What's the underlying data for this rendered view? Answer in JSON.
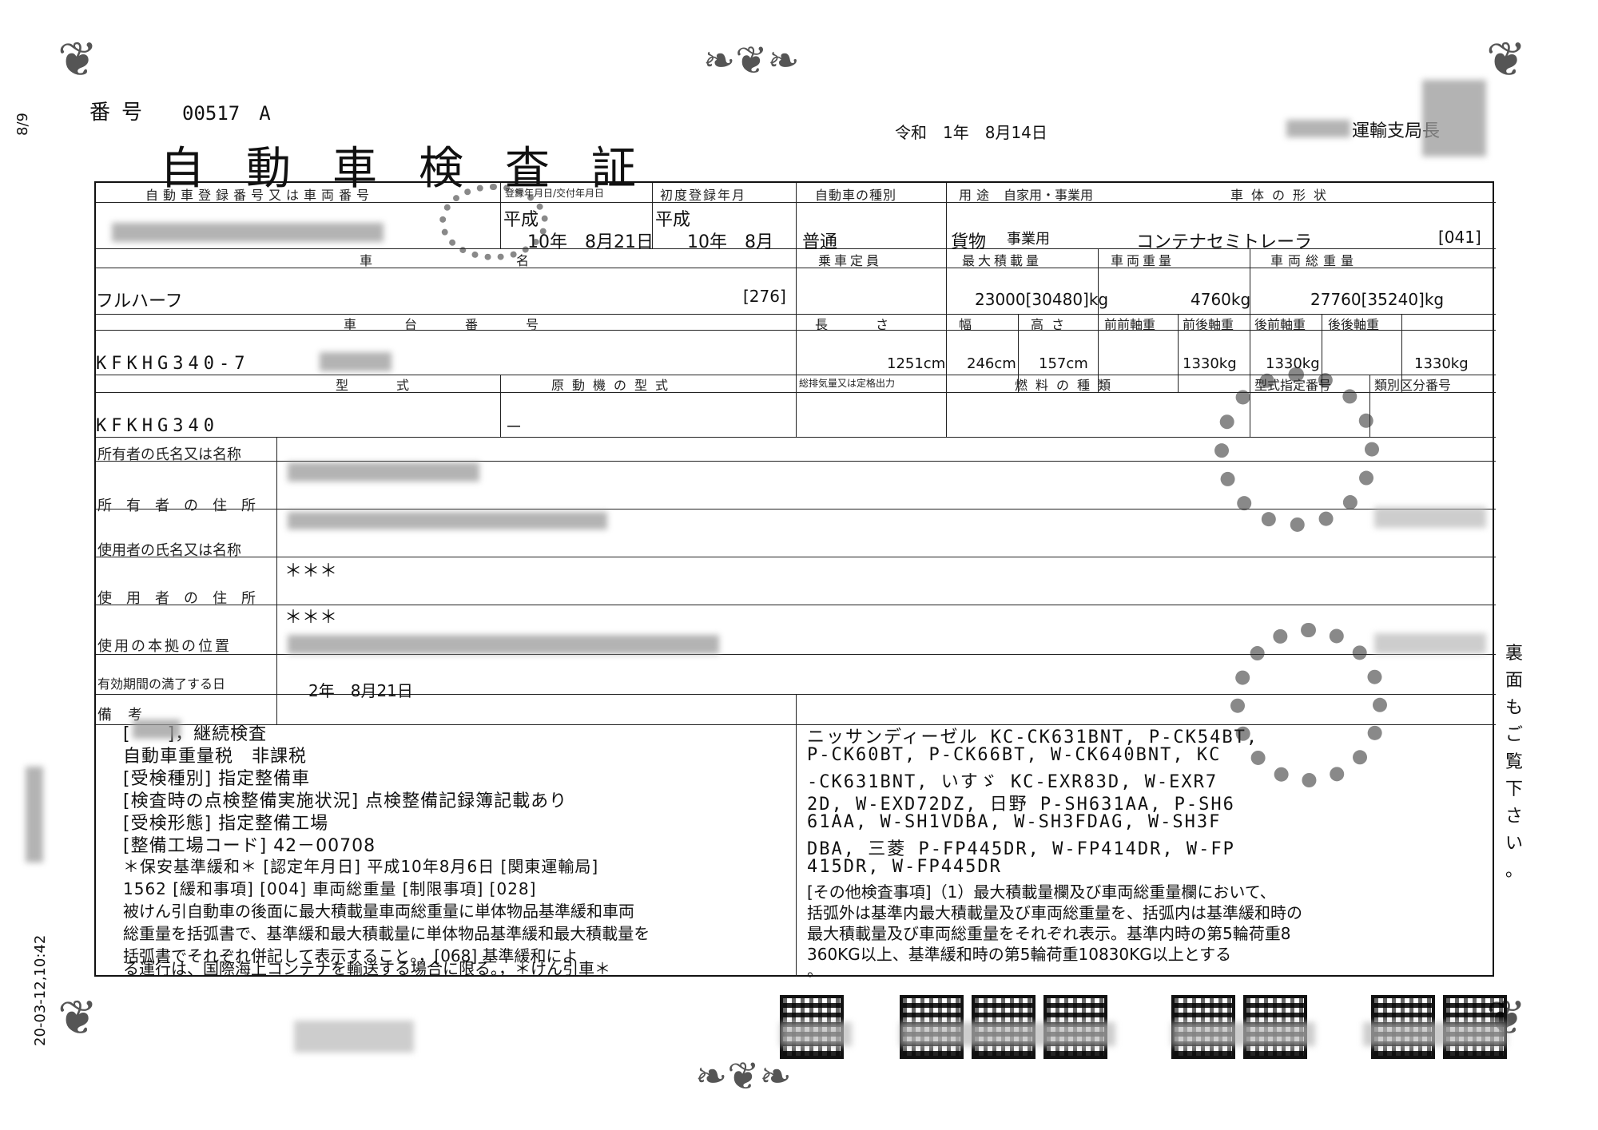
{
  "side_stamp": {
    "top": "8/9",
    "bottom": "20-03-12,10:42"
  },
  "header": {
    "number_label": "番号",
    "number_value": "00517　A",
    "title": "自動車検査証",
    "issue_date": "令和　1年　8月14日",
    "authority": "運輸支局長"
  },
  "labels": {
    "reg_number": "自動車登録番号又は車両番号",
    "reg_date": "登録年月日/交付年月日",
    "first_reg": "初度登録年月",
    "vehicle_kind": "自動車の種別",
    "use": "用途",
    "private_business": "自家用・事業用",
    "body_shape": "車体の形状",
    "name": "車名",
    "capacity": "乗車定員",
    "max_load": "最大積載量",
    "vehicle_weight": "車両重量",
    "gross_weight": "車両総重量",
    "chassis_number": "車台番号",
    "length": "長さ",
    "width": "幅",
    "height": "高さ",
    "ff_axle": "前前軸重",
    "fr_axle": "前後軸重",
    "rf_axle": "後前軸重",
    "rr_axle": "後後軸重",
    "model": "型式",
    "engine_model": "原動機の型式",
    "displacement": "総排気量又は定格出力",
    "fuel": "燃料の種類",
    "type_designation": "型式指定番号",
    "category": "類別区分番号",
    "owner_name": "所有者の氏名又は名称",
    "owner_address": "所有者の住所",
    "user_name": "使用者の氏名又は名称",
    "user_address": "使用者の住所",
    "base_location": "使用の本拠の位置",
    "expiry": "有効期間の満了する日",
    "remarks": "備考"
  },
  "values": {
    "reg_era": "平成",
    "reg_date": "10年　8月21日",
    "first_era": "平成",
    "first_reg": "10年　8月",
    "vehicle_kind": "普通",
    "use": "貨物",
    "private_business": "事業用",
    "body_shape": "コンテナセミトレーラ",
    "body_code": "[041]",
    "name": "フルハーフ",
    "name_code": "[276]",
    "max_load": "23000[30480]kg",
    "vehicle_weight": "4760kg",
    "gross_weight": "27760[35240]kg",
    "chassis_number": "KFKHG340-7",
    "length": "1251cm",
    "width": "246cm",
    "height": "157cm",
    "fr_axle": "1330kg",
    "rf_axle": "1330kg",
    "rr_axle": "1330kg",
    "model": "KFKHG340",
    "engine_model": "－",
    "user_name": "＊＊＊",
    "user_address": "＊＊＊",
    "expiry": "2年　8月21日"
  },
  "notes_left": [
    "[　　]，継続検査",
    "自動車重量税　非課税",
    "[受検種別] 指定整備車",
    "[検査時の点検整備実施状況] 点検整備記録簿記載あり",
    "[受検形態] 指定整備工場",
    "[整備工場コード] 42－00708",
    "＊保安基準緩和＊ [認定年月日] 平成10年8月6日 [関東運輸局]",
    "1562 [緩和事項] [004] 車両総重量 [制限事項] [028]",
    "被けん引自動車の後面に最大積載量車両総重量に単体物品基準緩和車両",
    "総重量を括弧書で、基準緩和最大積載量に単体物品基準緩和最大積載量を",
    "括弧書でそれぞれ併記して表示すること。，[068] 基準緩和によ",
    "る運行は、国際海上コンテナを輸送する場合に限る。，＊けん引車＊"
  ],
  "notes_right": [
    "ニッサンディーゼル KC-CK631BNT, P-CK54BT,",
    "P-CK60BT, P-CK66BT, W-CK640BNT, KC",
    "-CK631BNT, いすゞ KC-EXR83D, W-EXR7",
    "2D, W-EXD72DZ, 日野 P-SH631AA, P-SH6",
    "61AA, W-SH1VDBA, W-SH3FDAG, W-SH3F",
    "DBA, 三菱 P-FP445DR, W-FP414DR, W-FP",
    "415DR, W-FP445DR",
    "[その他検査事項]（1）最大積載量欄及び車両総重量欄において、",
    "括弧外は基準内最大積載量及び車両総重量を、括弧内は基準緩和時の",
    "最大積載量及び車両総重量をそれぞれ表示。基準内時の第5輪荷重8",
    "360KG以上、基準緩和時の第5輪荷重10830KG以上とする",
    "。"
  ],
  "side_note": [
    "裏",
    "面",
    "も",
    "ご",
    "覧",
    "下",
    "さ",
    "い",
    "。"
  ]
}
